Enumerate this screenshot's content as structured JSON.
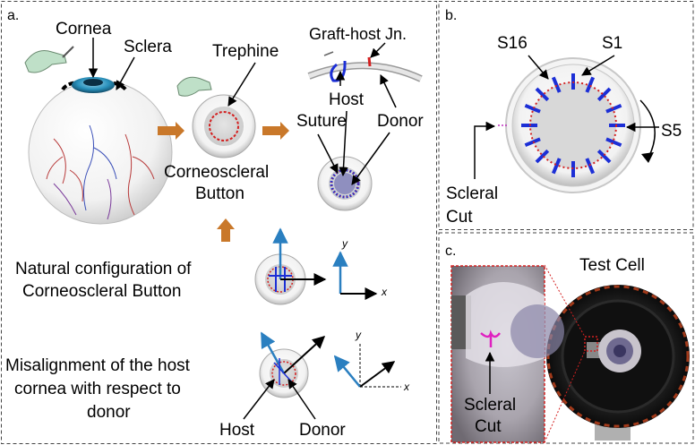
{
  "panels": {
    "a": {
      "label": "a.",
      "cornea": "Cornea",
      "sclera": "Sclera",
      "trephine": "Trephine",
      "graft_host": "Graft-host Jn.",
      "host": "Host",
      "donor": "Donor",
      "suture": "Suture",
      "button_line1": "Corneoscleral",
      "button_line2": "Button",
      "natural_line1": "Natural configuration of",
      "natural_line2": "Corneoscleral Button",
      "mis_line1": "Misalignment of the host",
      "mis_line2": "cornea with respect to",
      "mis_line3": "donor",
      "host_bottom": "Host",
      "donor_bottom": "Donor",
      "axis_x": "x",
      "axis_y": "y",
      "axis2_x": "x",
      "axis2_y": "y"
    },
    "b": {
      "label": "b.",
      "s16": "S16",
      "s1": "S1",
      "s5": "S5",
      "scleral_line1": "Scleral",
      "scleral_line2": "Cut"
    },
    "c": {
      "label": "c.",
      "test_cell": "Test Cell",
      "scleral_line1": "Scleral",
      "scleral_line2": "Cut"
    }
  },
  "colors": {
    "suture_blue": "#1c2fd6",
    "dashed_red": "#d42020",
    "arrow_orange": "#c9782a",
    "axis_blue": "#2a7fc0",
    "vein_red": "#b83a3a",
    "vein_blue": "#3a4fb8"
  }
}
